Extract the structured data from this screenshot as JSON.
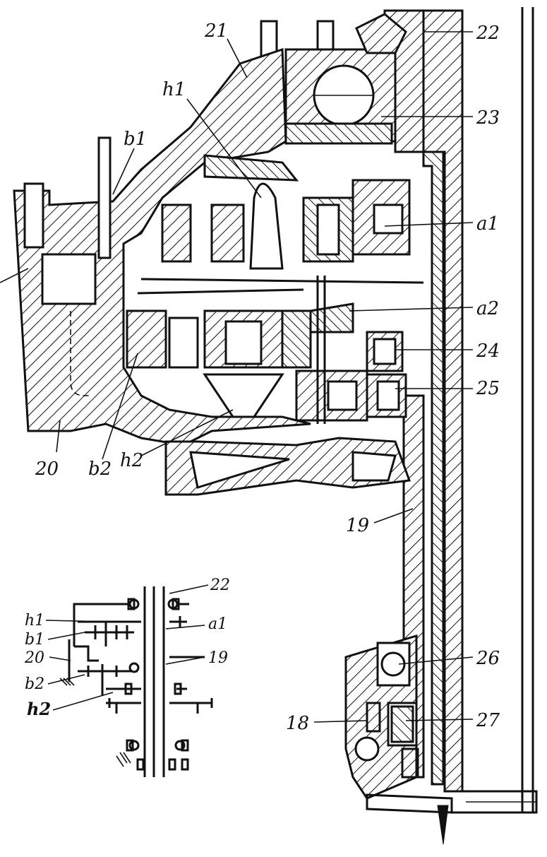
{
  "labels": {
    "l22": "22",
    "l21": "21",
    "l23": "23",
    "h1": "h1",
    "b1": "b1",
    "a1": "a1",
    "a2": "a2",
    "l24": "24",
    "l25": "25",
    "l20": "20",
    "b2": "b2",
    "h2": "h2",
    "l19": "19",
    "l26": "26",
    "l18": "18",
    "l27": "27"
  },
  "schematic_labels": {
    "l22": "22",
    "h1": "h1",
    "a1": "a1",
    "b1": "b1",
    "l20": "20",
    "l19": "19",
    "b2": "b2",
    "h2": "h2"
  }
}
